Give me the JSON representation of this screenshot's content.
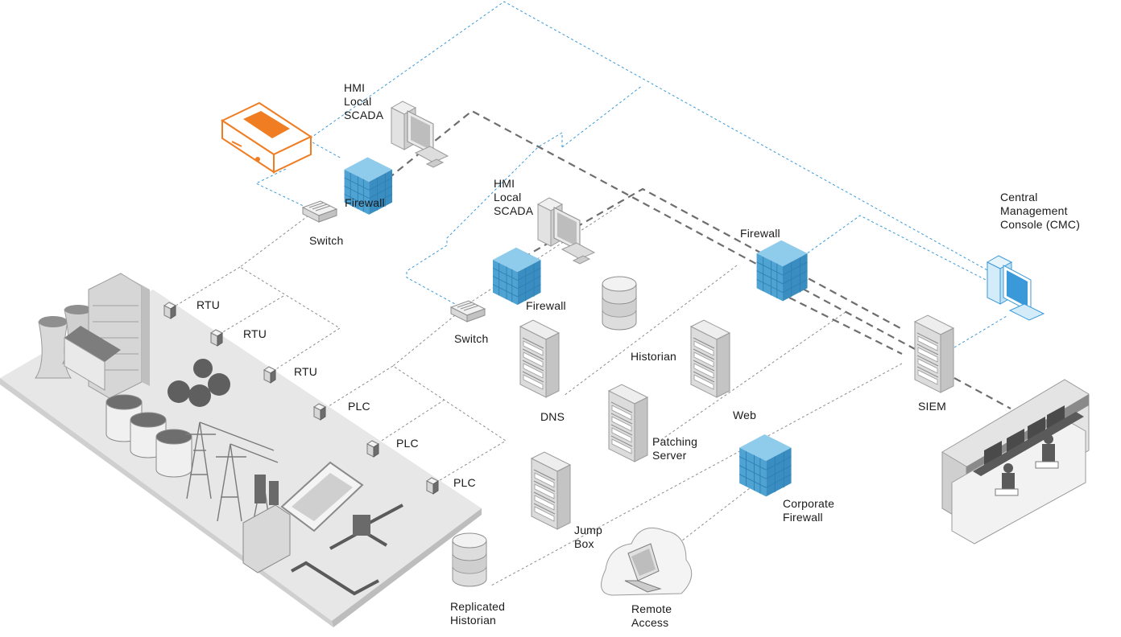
{
  "labels": {
    "hmi_1": "HMI\nLocal\nSCADA",
    "firewall_1": "Firewall",
    "switch_1": "Switch",
    "hmi_2": "HMI\nLocal\nSCADA",
    "firewall_2": "Firewall",
    "switch_2": "Switch",
    "firewall_3": "Firewall",
    "cmc": "Central\nManagement\nConsole (CMC)",
    "rtu_1": "RTU",
    "rtu_2": "RTU",
    "rtu_3": "RTU",
    "plc_1": "PLC",
    "plc_2": "PLC",
    "plc_3": "PLC",
    "historian": "Historian",
    "dns": "DNS",
    "web": "Web",
    "siem": "SIEM",
    "patching_server": "Patching\nServer",
    "corporate_firewall": "Corporate\nFirewall",
    "jump_box": "Jump\nBox",
    "replicated_historian": "Replicated\nHistorian",
    "remote_access": "Remote\nAccess"
  },
  "colors": {
    "accent_orange": "#f07d22",
    "firewall_blue": "#4ea3d3",
    "management_blue": "#3a9ad9",
    "ot_gray": "#8c8c8c",
    "it_gray": "#6e6e6e"
  },
  "icons": {
    "appliance": "sensor-appliance-icon",
    "firewall": "firewall-icon",
    "switch": "switch-icon",
    "workstation": "workstation-icon",
    "server": "server-icon",
    "database": "database-icon",
    "cloud": "cloud-laptop-icon",
    "plant": "industrial-plant-icon",
    "soc": "operations-center-icon"
  }
}
